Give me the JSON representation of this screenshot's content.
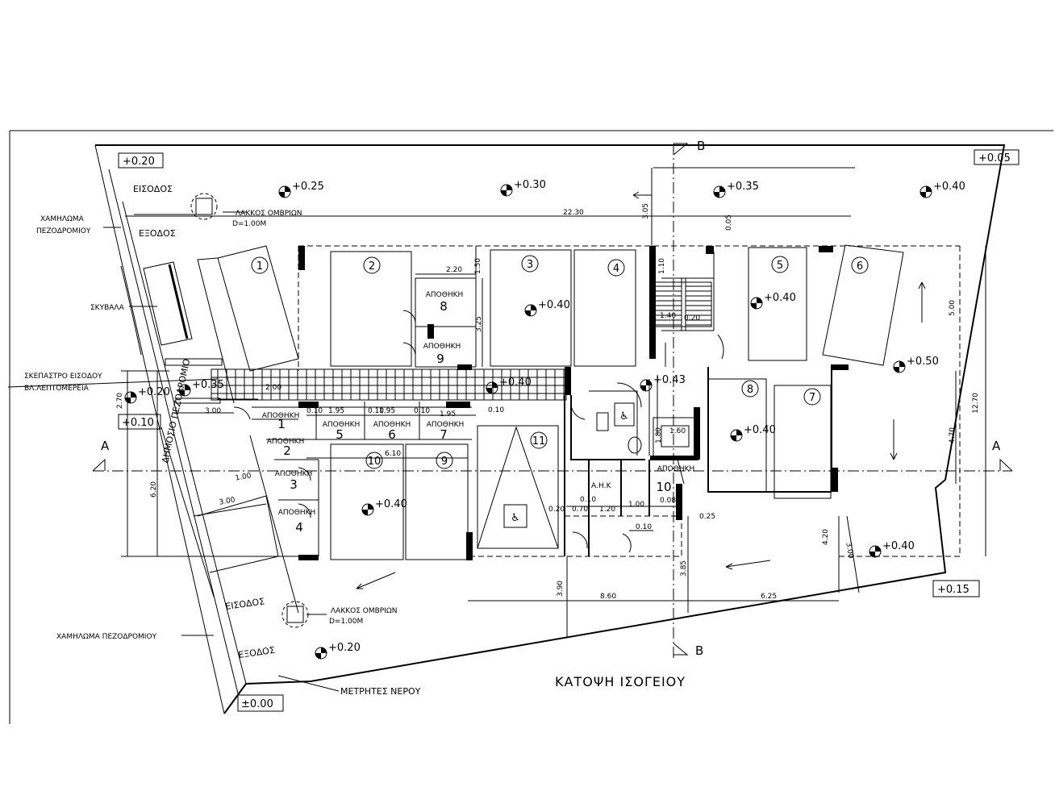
{
  "title": "ΚΑΤΟΨΗ ΙΣΟΓΕΙΟΥ",
  "level_boxes": {
    "top_left": "+0.20",
    "top_right": "+0.05",
    "left_mid": "+0.10",
    "bottom_right": "+0.15",
    "bottom_left": "±0.00"
  },
  "levels": {
    "l1": "+0.25",
    "l2": "+0.30",
    "l3": "+0.35",
    "l4": "+0.40",
    "l5": "+0.40",
    "l6": "+0.40",
    "l7": "+0.50",
    "l8": "+0.43",
    "l9": "+0.40",
    "l10": "+0.40",
    "l11": "+0.40",
    "l12": "+0.40",
    "l13": "+0.20",
    "l14": "+0.35",
    "l15": "+0.20"
  },
  "labels": {
    "entrance_top": "ΕΙΣΟΔΟΣ",
    "exit_top": "ΕΞΟΔΟΣ",
    "rain_pit_top": "ΛΑΚΚΟΣ ΟΜΒΡΙΩΝ",
    "rain_pit_top_depth": "D=1.00M",
    "curb_drop_top_1": "ΧΑΜΗΛΩΜΑ",
    "curb_drop_top_2": "ΠΕΖΟΔΡΟΜΙΟΥ",
    "skybala": "ΣΚΥΒΑΛΑ",
    "canopy_1": "ΣΚΕΠΑΣΤΡΟ ΕΙΣΟΔΟΥ",
    "canopy_2": "ΒΛ.ΛΕΠΤΟΜΕΡΕΙΑ",
    "public_sidewalk": "ΔΗΜΟΣΙΟ ΠΕΖΟΔΡΟΜΙΟ",
    "entrance_bottom": "ΕΙΣΟΔΟΣ",
    "exit_bottom": "ΕΞΟΔΟΣ",
    "rain_pit_bottom": "ΛΑΚΚΟΣ ΟΜΒΡΙΩΝ",
    "rain_pit_bottom_depth": "D=1.00M",
    "curb_drop_bottom": "ΧΑΜΗΛΩΜΑ ΠΕΖΟΔΡΟΜΙΟΥ",
    "water_meters": "ΜΕΤΡΗΤΕΣ ΝΕΡΟΥ",
    "ahk": "Α.Η.Κ",
    "section_a": "A",
    "section_b": "B"
  },
  "storage_label": "ΑΠΟΘΗΚΗ",
  "storage_numbers": [
    "1",
    "2",
    "3",
    "4",
    "5",
    "6",
    "7",
    "8",
    "9",
    "10"
  ],
  "parking_numbers": [
    "1",
    "2",
    "3",
    "4",
    "5",
    "6",
    "7",
    "8",
    "9",
    "10",
    "11"
  ],
  "dimensions": {
    "d2230": "22.30",
    "d305": "3.05",
    "d005": "0.05",
    "d220": "2.20",
    "d150": "1.50",
    "d325": "3.25",
    "d110": "1.10",
    "d140": "1.40",
    "d020a": "0.20",
    "d500": "5.00",
    "d1270": "12.70",
    "d470": "4.70",
    "d270": "2.70",
    "d620": "6.20",
    "d200": "2.00",
    "d300a": "3.00",
    "d300b": "3.00",
    "d010a": "0.10",
    "d195a": "1.95",
    "d010b": "0.10",
    "d195b": "1.95",
    "d010c": "0.10",
    "d195c": "1.95",
    "d010d": "0.10",
    "d610": "6.10",
    "d100a": "1.00",
    "d180": "1.80",
    "d160": "1.60",
    "d020b": "0.20",
    "d070": "0.70",
    "d010e": "0.10",
    "d120": "1.20",
    "d100b": "1.00",
    "d010f": "0.10",
    "d008": "0.08",
    "d025": "0.25",
    "d420": "4.20",
    "d300c": "3.00",
    "d390": "3.90",
    "d385": "3.85",
    "d860": "8.60",
    "d625": "6.25"
  }
}
